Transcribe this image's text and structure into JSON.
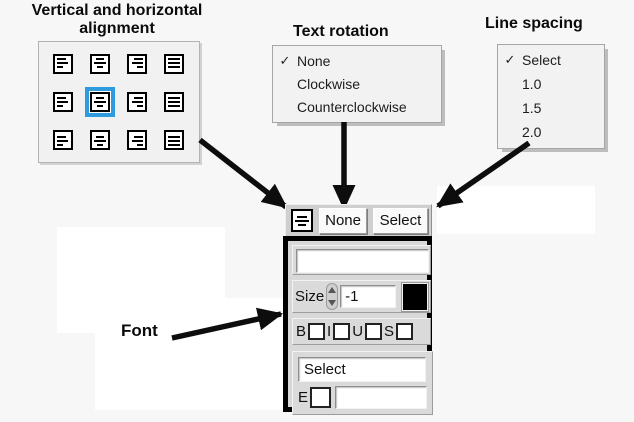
{
  "titles": {
    "alignment": "Vertical and horizontal alignment",
    "text_rotation": "Text rotation",
    "line_spacing": "Line spacing",
    "font": "Font"
  },
  "glyphs": {
    "checkmark": "✓"
  },
  "colors": {
    "selection_blue": "#2f9bdf",
    "panel_border": "#000000",
    "menu_background": "#f2f2f2",
    "swatch_color": "#000000"
  },
  "alignment_palette": {
    "selected_cell": "middle-center",
    "cells": [
      {
        "vertical": "top",
        "horizontal": "left",
        "selected": false
      },
      {
        "vertical": "top",
        "horizontal": "center",
        "selected": false
      },
      {
        "vertical": "top",
        "horizontal": "right",
        "selected": false
      },
      {
        "vertical": "top",
        "horizontal": "justify",
        "selected": false
      },
      {
        "vertical": "middle",
        "horizontal": "left",
        "selected": false
      },
      {
        "vertical": "middle",
        "horizontal": "center",
        "selected": true
      },
      {
        "vertical": "middle",
        "horizontal": "right",
        "selected": false
      },
      {
        "vertical": "middle",
        "horizontal": "justify",
        "selected": false
      },
      {
        "vertical": "bottom",
        "horizontal": "left",
        "selected": false
      },
      {
        "vertical": "bottom",
        "horizontal": "center",
        "selected": false
      },
      {
        "vertical": "bottom",
        "horizontal": "right",
        "selected": false
      },
      {
        "vertical": "bottom",
        "horizontal": "justify",
        "selected": false
      }
    ]
  },
  "text_rotation_menu": {
    "items": [
      {
        "label": "None",
        "checked": true,
        "check": "✓"
      },
      {
        "label": "Clockwise",
        "checked": false,
        "check": ""
      },
      {
        "label": "Counterclockwise",
        "checked": false,
        "check": ""
      }
    ]
  },
  "line_spacing_menu": {
    "items": [
      {
        "label": "Select",
        "checked": true,
        "check": "✓"
      },
      {
        "label": "1.0",
        "checked": false,
        "check": ""
      },
      {
        "label": "1.5",
        "checked": false,
        "check": ""
      },
      {
        "label": "2.0",
        "checked": false,
        "check": ""
      }
    ]
  },
  "toolbar": {
    "alignment_button": "middle-center-alignment",
    "rotation_value": "None",
    "spacing_value": "Select"
  },
  "font_panel": {
    "text_field_value": "",
    "size": {
      "label": "Size",
      "value": "-1"
    },
    "color_swatch": "#000000",
    "styles": [
      {
        "label": "B",
        "checked": false
      },
      {
        "label": "I",
        "checked": false
      },
      {
        "label": "U",
        "checked": false
      },
      {
        "label": "S",
        "checked": false
      }
    ],
    "font_select_value": "Select",
    "e_row": {
      "label": "E",
      "checked": false,
      "field_value": ""
    }
  }
}
